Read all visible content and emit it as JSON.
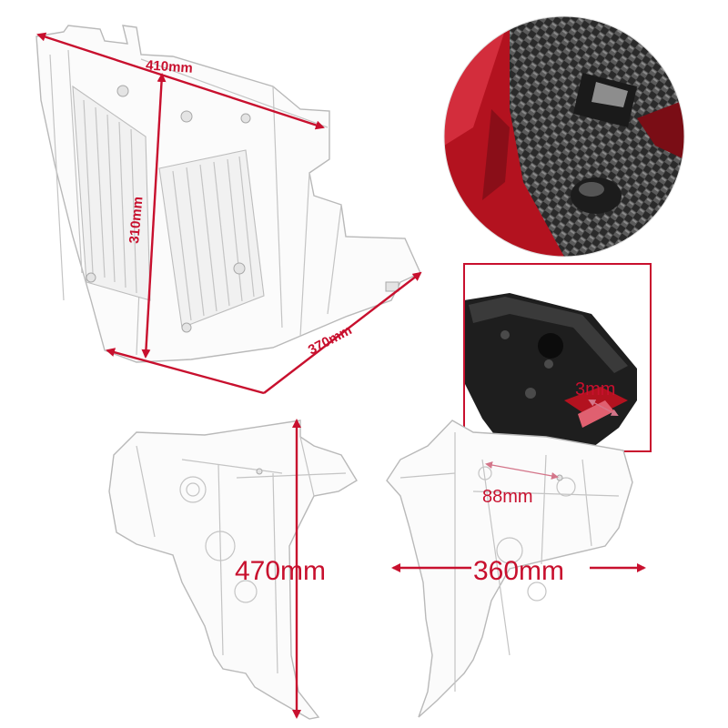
{
  "dimensions": {
    "width": "410mm",
    "height": "310mm",
    "depth": "370mm",
    "side_height": "470mm",
    "side_width": "360mm",
    "hole_spacing": "88mm",
    "thickness": "3mm"
  },
  "colors": {
    "accent": "#c8102e",
    "inset_border": "#c8102e",
    "carbon_dark": "#1a1a1a",
    "bike_red": "#b3121f"
  }
}
